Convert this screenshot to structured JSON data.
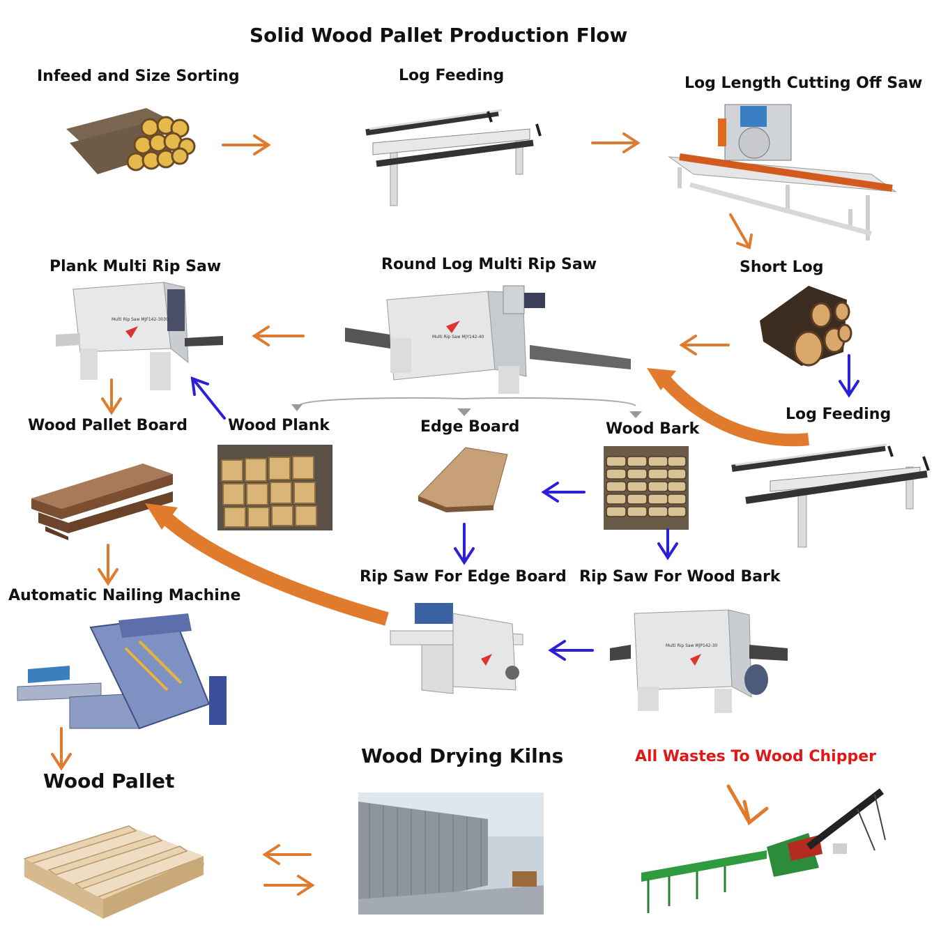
{
  "title": "Solid Wood Pallet Production Flow",
  "steps": {
    "infeed": "Infeed and Size Sorting",
    "log_feeding_top": "Log Feeding",
    "length_saw": "Log Length Cutting Off Saw",
    "short_log": "Short Log",
    "round_log_saw": "Round Log Multi Rip Saw",
    "plank_saw": "Plank Multi Rip Saw",
    "log_feeding_right": "Log Feeding",
    "pallet_board": "Wood Pallet Board",
    "wood_plank": "Wood Plank",
    "edge_board": "Edge Board",
    "wood_bark": "Wood Bark",
    "rip_edge": "Rip Saw For Edge Board",
    "rip_bark": "Rip Saw For Wood Bark",
    "nailing": "Automatic Nailing Machine",
    "wood_pallet": "Wood Pallet",
    "drying": "Wood Drying Kilns",
    "chipper": "All Wastes To Wood Chipper"
  },
  "machine_plates": {
    "round_saw": "Multi Rip Saw MJY142-40",
    "bark_saw": "Multi Rip Saw MJP142-30",
    "plank_saw": "Multi Rip Saw MJF142-3030"
  },
  "colors": {
    "orange_arrow": "#e07b2e",
    "blue_arrow": "#2b1fd8",
    "gray_arrow": "#9a9a9a",
    "waste_label": "#e01818"
  }
}
